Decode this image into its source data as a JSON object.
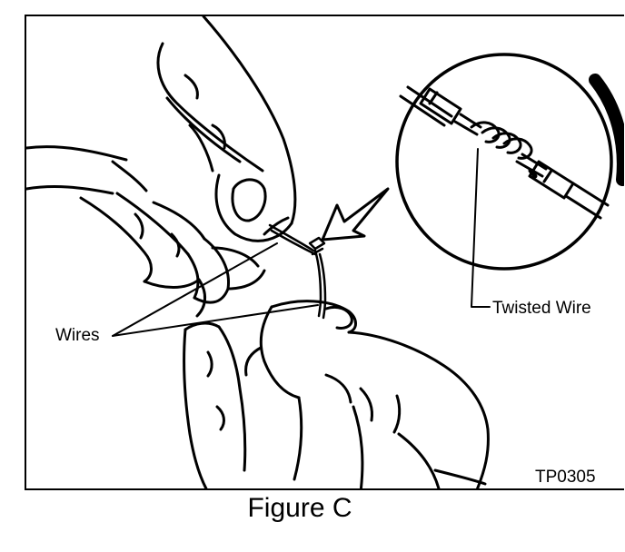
{
  "figure": {
    "caption": "Figure C",
    "code": "TP0305"
  },
  "labels": {
    "wires": "Wires",
    "twisted_wire": "Twisted Wire"
  },
  "colors": {
    "line": "#000000",
    "background": "#ffffff"
  },
  "icons": {
    "callout": "zoom-magnifier-callout"
  }
}
